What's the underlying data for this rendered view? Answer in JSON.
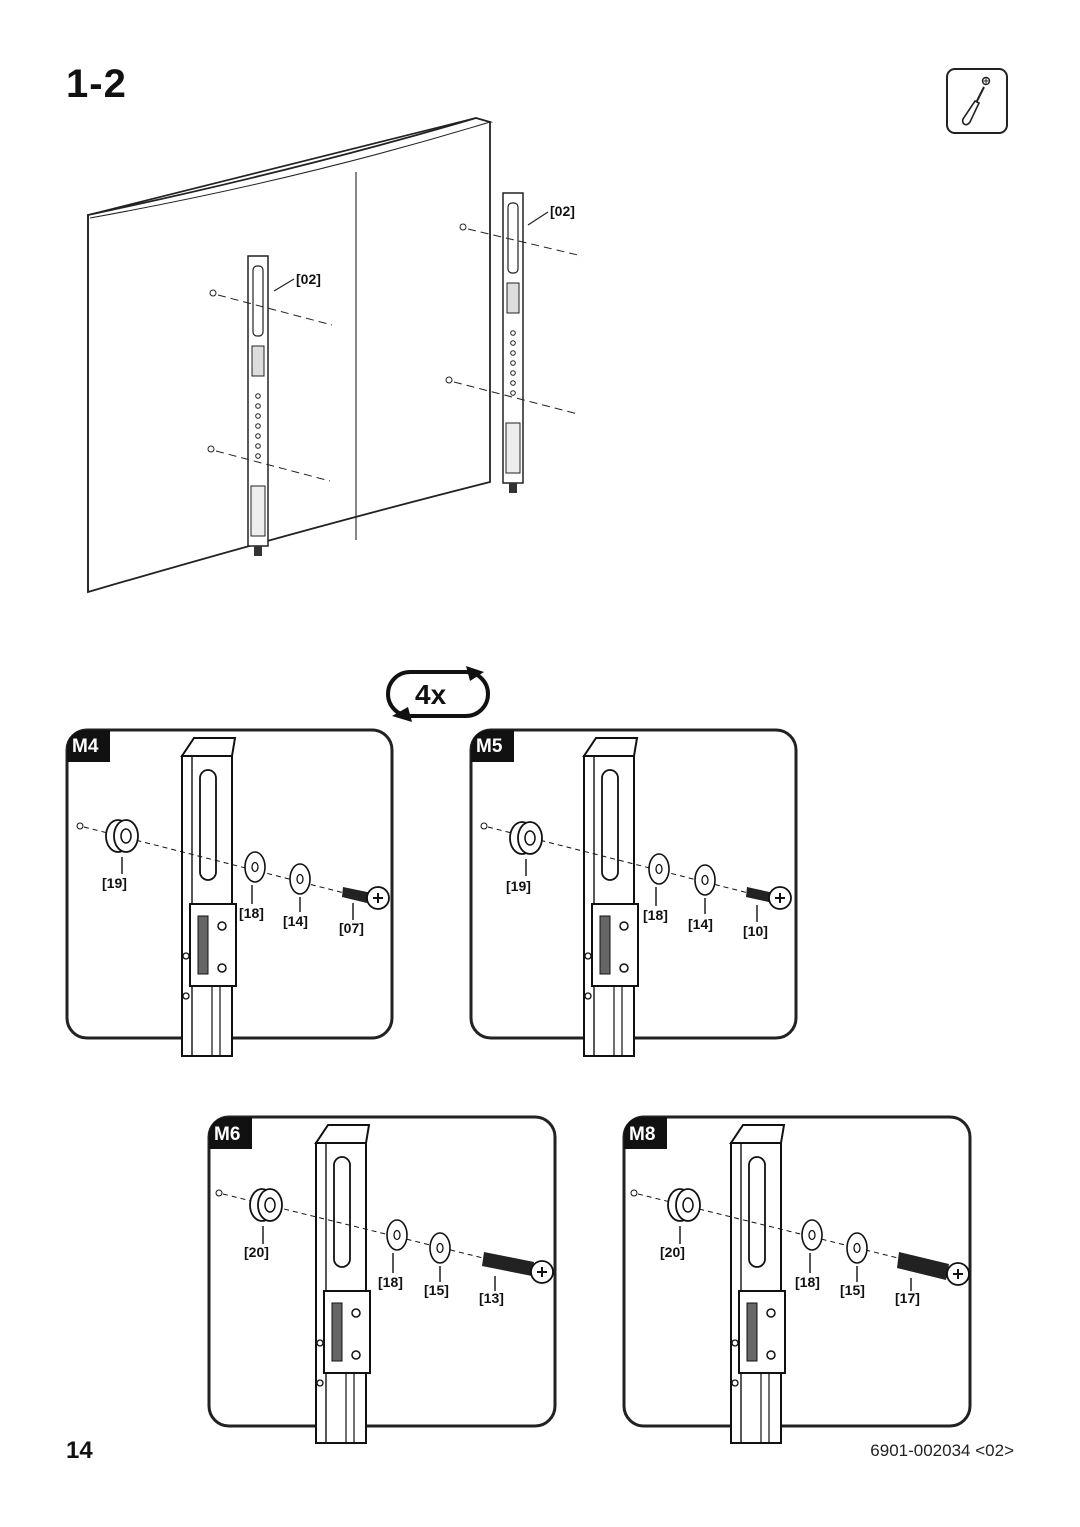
{
  "step": {
    "title": "1-2"
  },
  "tool": {
    "icon": "screwdriver-icon"
  },
  "overview": {
    "callout_left": "[02]",
    "callout_right": "[02]"
  },
  "repeat": {
    "label": "4x"
  },
  "panels": [
    {
      "tag": "M4",
      "spacer": "[19]",
      "washer_a": "[18]",
      "washer_b": "[14]",
      "screw": "[07]"
    },
    {
      "tag": "M5",
      "spacer": "[19]",
      "washer_a": "[18]",
      "washer_b": "[14]",
      "screw": "[10]"
    },
    {
      "tag": "M6",
      "spacer": "[20]",
      "washer_a": "[18]",
      "washer_b": "[15]",
      "screw": "[13]"
    },
    {
      "tag": "M8",
      "spacer": "[20]",
      "washer_a": "[18]",
      "washer_b": "[15]",
      "screw": "[17]"
    }
  ],
  "footer": {
    "page_number": "14",
    "document_code": "6901-002034 <02>"
  },
  "colors": {
    "ink": "#111111",
    "panel_border": "#222222"
  }
}
